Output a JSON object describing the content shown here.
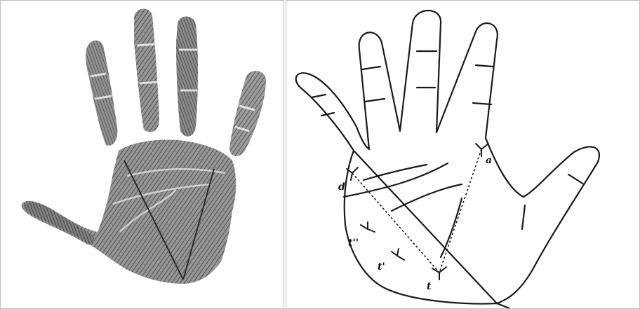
{
  "figure": {
    "left_panel": {
      "description_visible": false
    },
    "right_panel": {
      "labels": {
        "a": "a",
        "d": "d",
        "t": "t",
        "t_prime": "t'",
        "t_double_prime": "t''"
      }
    }
  },
  "colors": {
    "ink": "#1a1a1a",
    "print_dark": "#3f3f3f",
    "print_mid": "#6b6b6b",
    "border": "#bdbdbd"
  }
}
